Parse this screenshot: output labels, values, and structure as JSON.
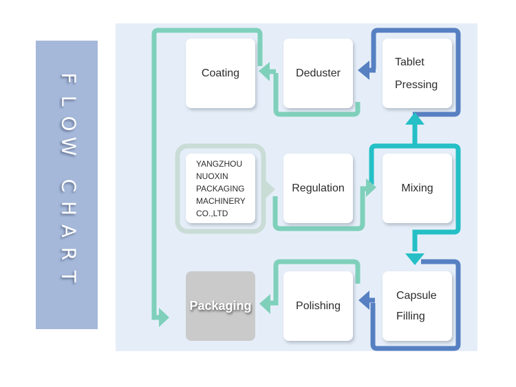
{
  "sidebar": {
    "title_letters": [
      "F",
      "L",
      "O",
      "W",
      " ",
      "C",
      "H",
      "A",
      "R",
      "T"
    ],
    "background_color": "#a5b8d9"
  },
  "colors": {
    "panel_bg": "#e5eef8",
    "mint": "#7fd0bb",
    "teal": "#25bfc6",
    "blue": "#5680c2",
    "company_outline": "#c9dcd6",
    "packaging_box": "#cacaca"
  },
  "steps": {
    "coating": "Coating",
    "deduster": "Deduster",
    "tablet_pressing": [
      "Tablet",
      "Pressing"
    ],
    "company": [
      "YANGZHOU",
      "NUOXIN",
      "PACKAGING",
      "MACHINERY",
      "CO.,LTD"
    ],
    "regulation": "Regulation",
    "mixing": "Mixing",
    "packaging": "Packaging",
    "polishing": "Polishing",
    "capsule_filling": [
      "Capsule",
      "Filling"
    ]
  },
  "flow_order": [
    "Mixing",
    "Tablet Pressing",
    "Deduster",
    "Coating",
    "Packaging"
  ],
  "flow_order_alt": [
    "Mixing",
    "Capsule Filling",
    "Polishing",
    "Packaging"
  ]
}
